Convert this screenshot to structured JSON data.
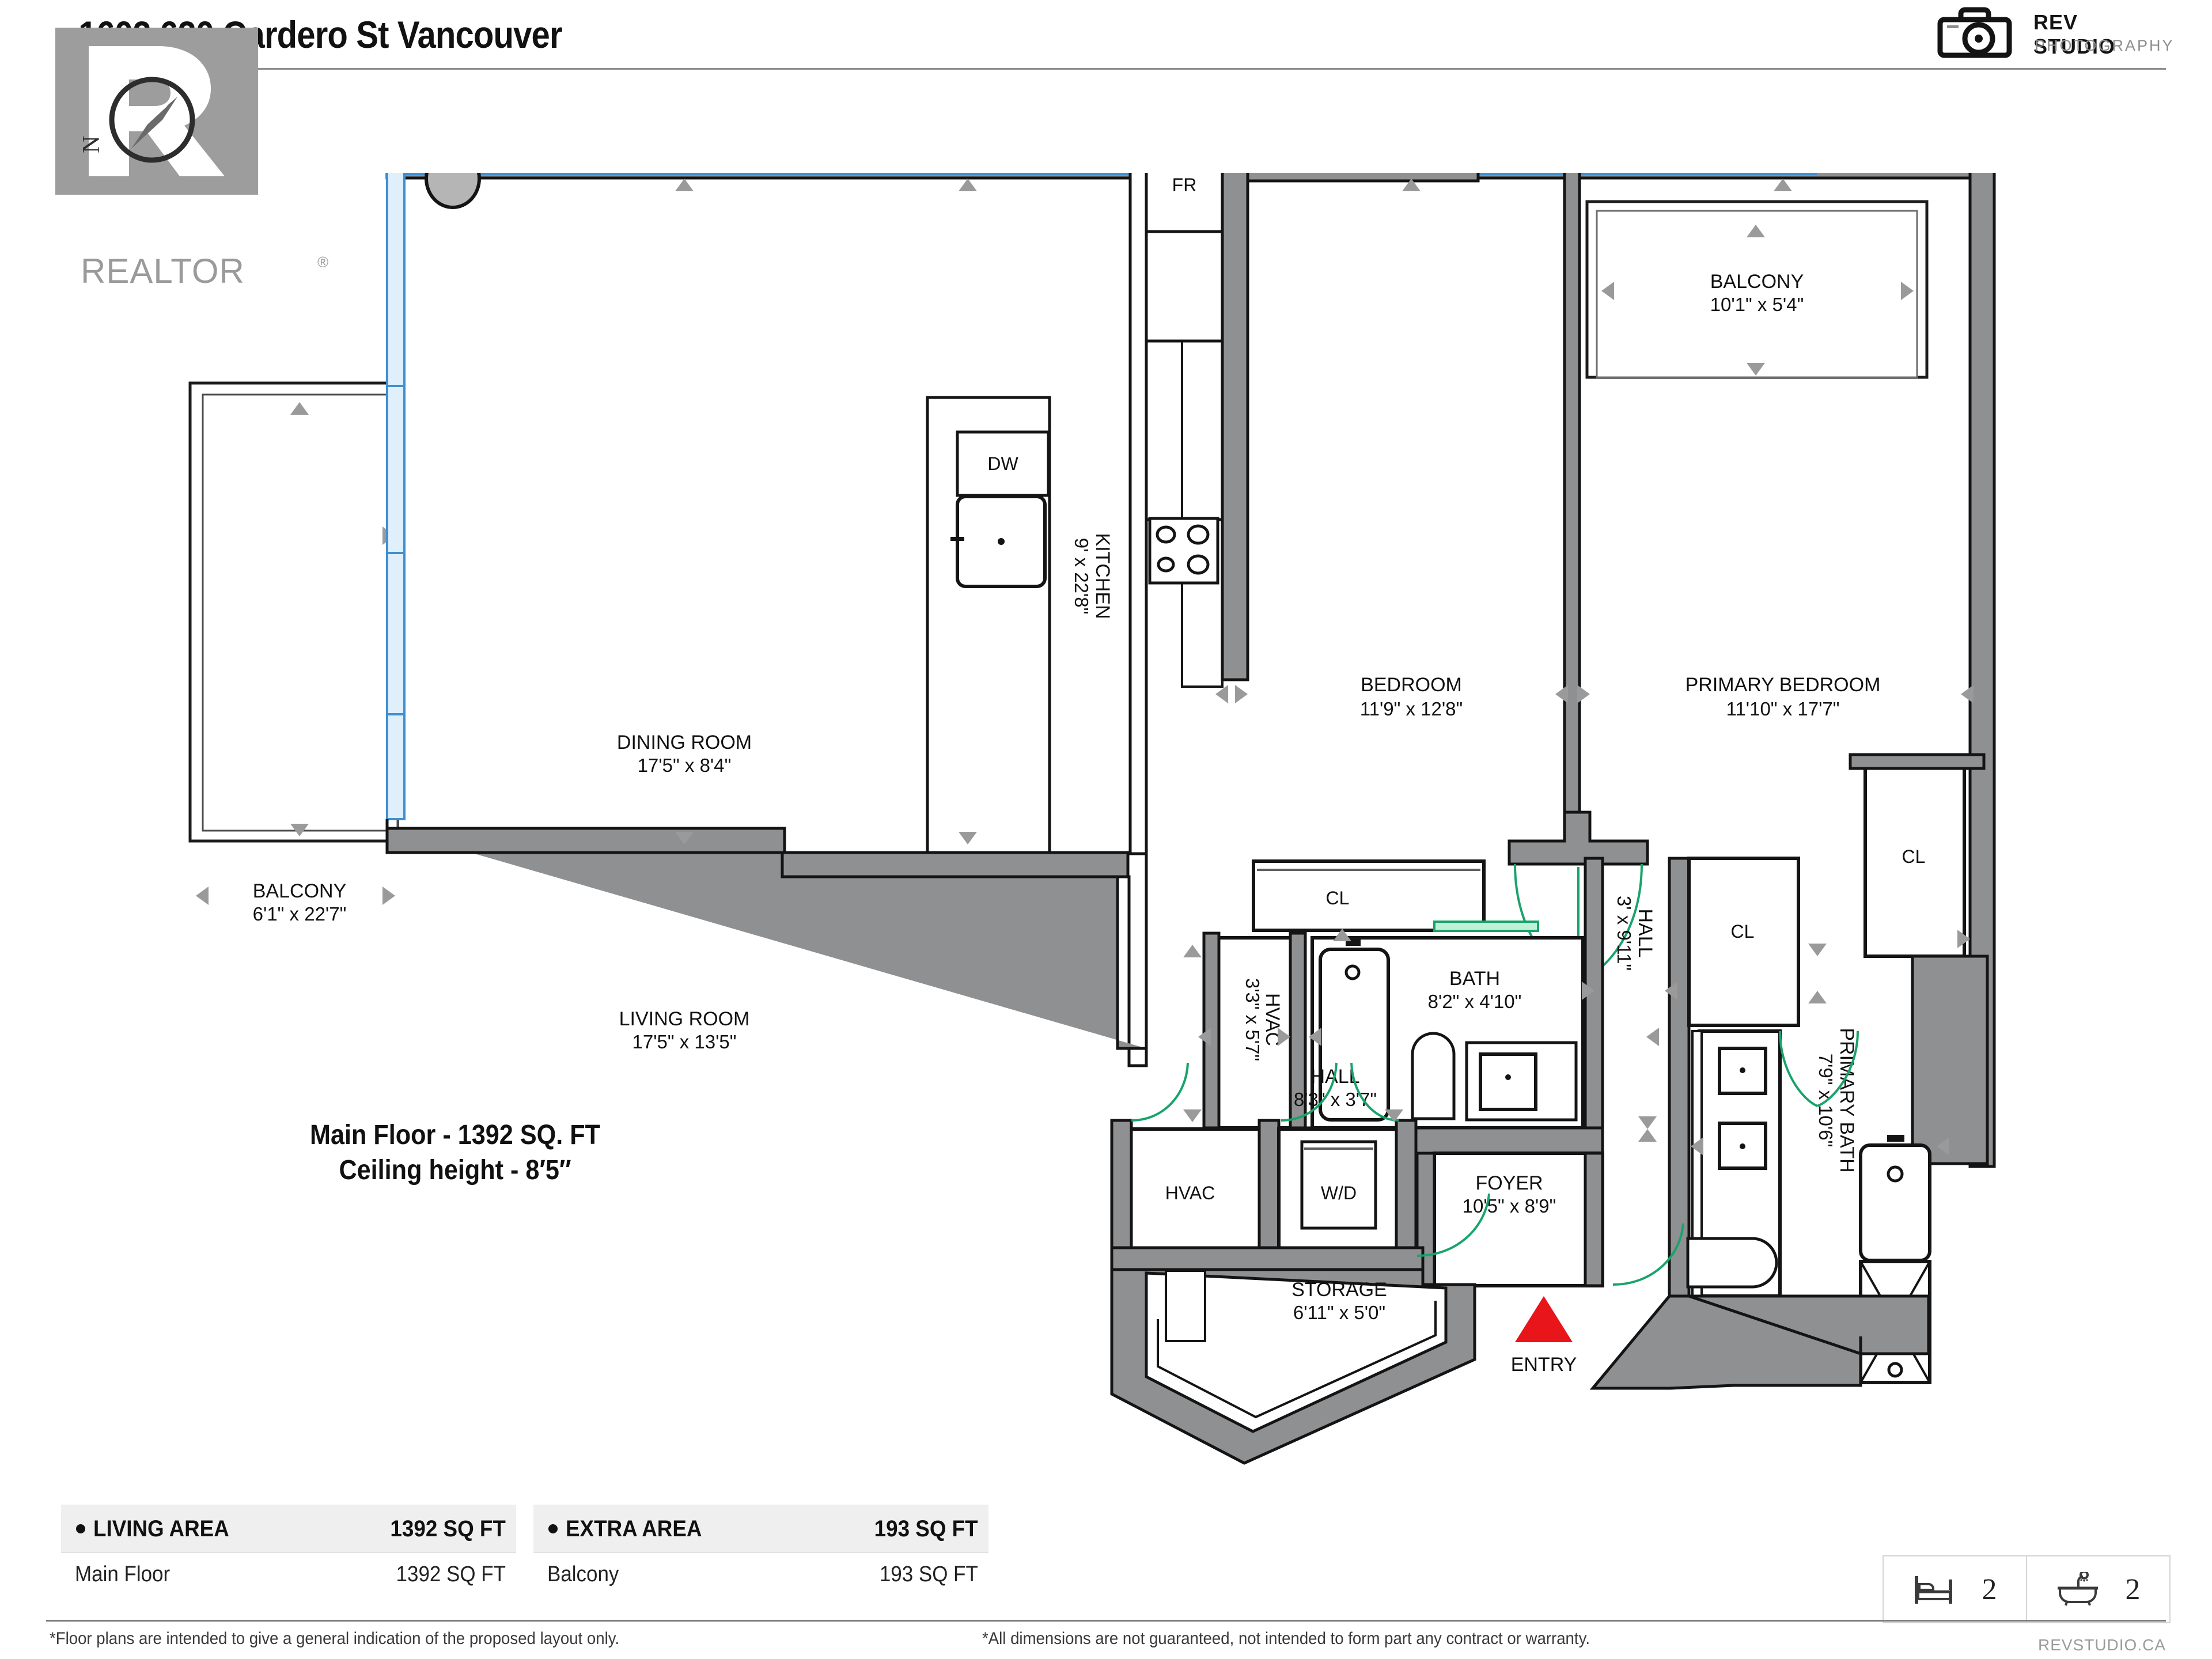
{
  "header": {
    "title": "1602 620 Cardero St Vancouver",
    "realtor_logo_text": "REALTOR",
    "realtor_registered_mark": "®",
    "compass_label": "N",
    "photographer": {
      "name": "REV STUDIO",
      "subtitle": "PHOTOGRAPHY",
      "icon": "camera-icon"
    }
  },
  "floorplan": {
    "rooms": [
      {
        "id": "balcony-left",
        "label": "BALCONY",
        "dimensions": "6'1\" x 22'7\""
      },
      {
        "id": "balcony-top",
        "label": "BALCONY",
        "dimensions": "10'1\" x 5'4\""
      },
      {
        "id": "dining-room",
        "label": "DINING ROOM",
        "dimensions": "17'5\" x 8'4\""
      },
      {
        "id": "living-room",
        "label": "LIVING ROOM",
        "dimensions": "17'5\" x 13'5\""
      },
      {
        "id": "kitchen",
        "label": "KITCHEN",
        "dimensions": "9' x 22'8\""
      },
      {
        "id": "bedroom",
        "label": "BEDROOM",
        "dimensions": "11'9\" x 12'8\""
      },
      {
        "id": "primary-bedroom",
        "label": "PRIMARY BEDROOM",
        "dimensions": "11'10\" x 17'7\""
      },
      {
        "id": "bath",
        "label": "BATH",
        "dimensions": "8'2\" x 4'10\""
      },
      {
        "id": "primary-bath",
        "label": "PRIMARY BATH",
        "dimensions": "7'9\" x 10'6\""
      },
      {
        "id": "hall-upper",
        "label": "HALL",
        "dimensions": "3' x 9'11\""
      },
      {
        "id": "hall-lower",
        "label": "HALL",
        "dimensions": "8'3\" x 3'7\""
      },
      {
        "id": "hvac-upper",
        "label": "HVAC",
        "dimensions": "3'3\" x 5'7\""
      },
      {
        "id": "foyer",
        "label": "FOYER",
        "dimensions": "10'5\" x 8'9\""
      },
      {
        "id": "storage",
        "label": "STORAGE",
        "dimensions": "6'11\" x 5'0\""
      }
    ],
    "fixtures": [
      {
        "id": "fridge",
        "label": "FR"
      },
      {
        "id": "dishwasher",
        "label": "DW"
      },
      {
        "id": "washer-dryer",
        "label": "W/D"
      },
      {
        "id": "hvac-lower",
        "label": "HVAC"
      },
      {
        "id": "closet-1",
        "label": "CL"
      },
      {
        "id": "closet-2",
        "label": "CL"
      },
      {
        "id": "closet-3",
        "label": "CL"
      }
    ],
    "entry": {
      "label": "ENTRY",
      "marker_color": "#e8151b"
    },
    "colors": {
      "wall_fill": "#8f9092",
      "wall_stroke": "#141414",
      "window_blue": "#3f8fd2",
      "door_swing_green": "#19a36a",
      "entry_red": "#e8151b"
    }
  },
  "floor_summary": {
    "line1": "Main Floor - 1392 SQ. FT",
    "line2": "Ceiling height - 8′5″"
  },
  "area_tables": {
    "living": {
      "head_label": "LIVING AREA",
      "head_value": "1392 SQ FT",
      "rows": [
        {
          "label": "Main Floor",
          "value": "1392 SQ FT"
        }
      ]
    },
    "extra": {
      "head_label": "EXTRA AREA",
      "head_value": "193 SQ FT",
      "rows": [
        {
          "label": "Balcony",
          "value": "193 SQ FT"
        }
      ]
    }
  },
  "counters": {
    "bedrooms": {
      "icon": "bed-icon",
      "value": "2"
    },
    "bathrooms": {
      "icon": "bathtub-icon",
      "value": "2"
    }
  },
  "footer": {
    "disclaimer_left": "*Floor plans are intended to give a general indication of the proposed layout only.",
    "disclaimer_right": "*All dimensions are not guaranteed, not intended to form part any contract or warranty.",
    "website": "REVSTUDIO.CA"
  }
}
